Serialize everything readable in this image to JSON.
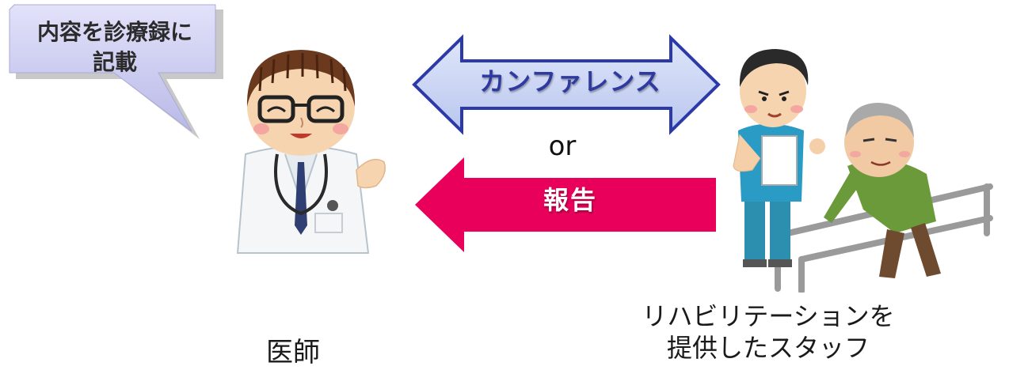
{
  "bubble": {
    "text": "内容を診療録に\n記載"
  },
  "arrows": {
    "conference_label": "カンファレンス",
    "or_label": "or",
    "report_label": "報告"
  },
  "doctor": {
    "label": "医師"
  },
  "staff": {
    "label": "リハビリテーションを\n提供したスタッフ"
  },
  "colors": {
    "bubble_fill": "#c9c9f0",
    "conference_arrow_fill": "#c9d4f2",
    "conference_arrow_stroke": "#2b3aa8",
    "report_arrow_fill": "#e8005a"
  }
}
